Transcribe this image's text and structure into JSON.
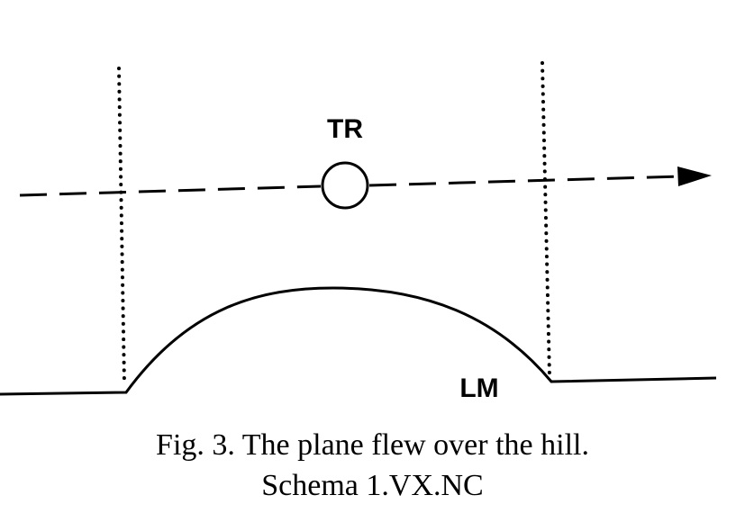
{
  "labels": {
    "tr": "TR",
    "lm": "LM"
  },
  "caption": {
    "line1": "Fig. 3.  The plane flew over the hill.",
    "line2": "Schema 1.VX.NC"
  },
  "colors": {
    "ink": "#000000",
    "background": "#ffffff"
  }
}
